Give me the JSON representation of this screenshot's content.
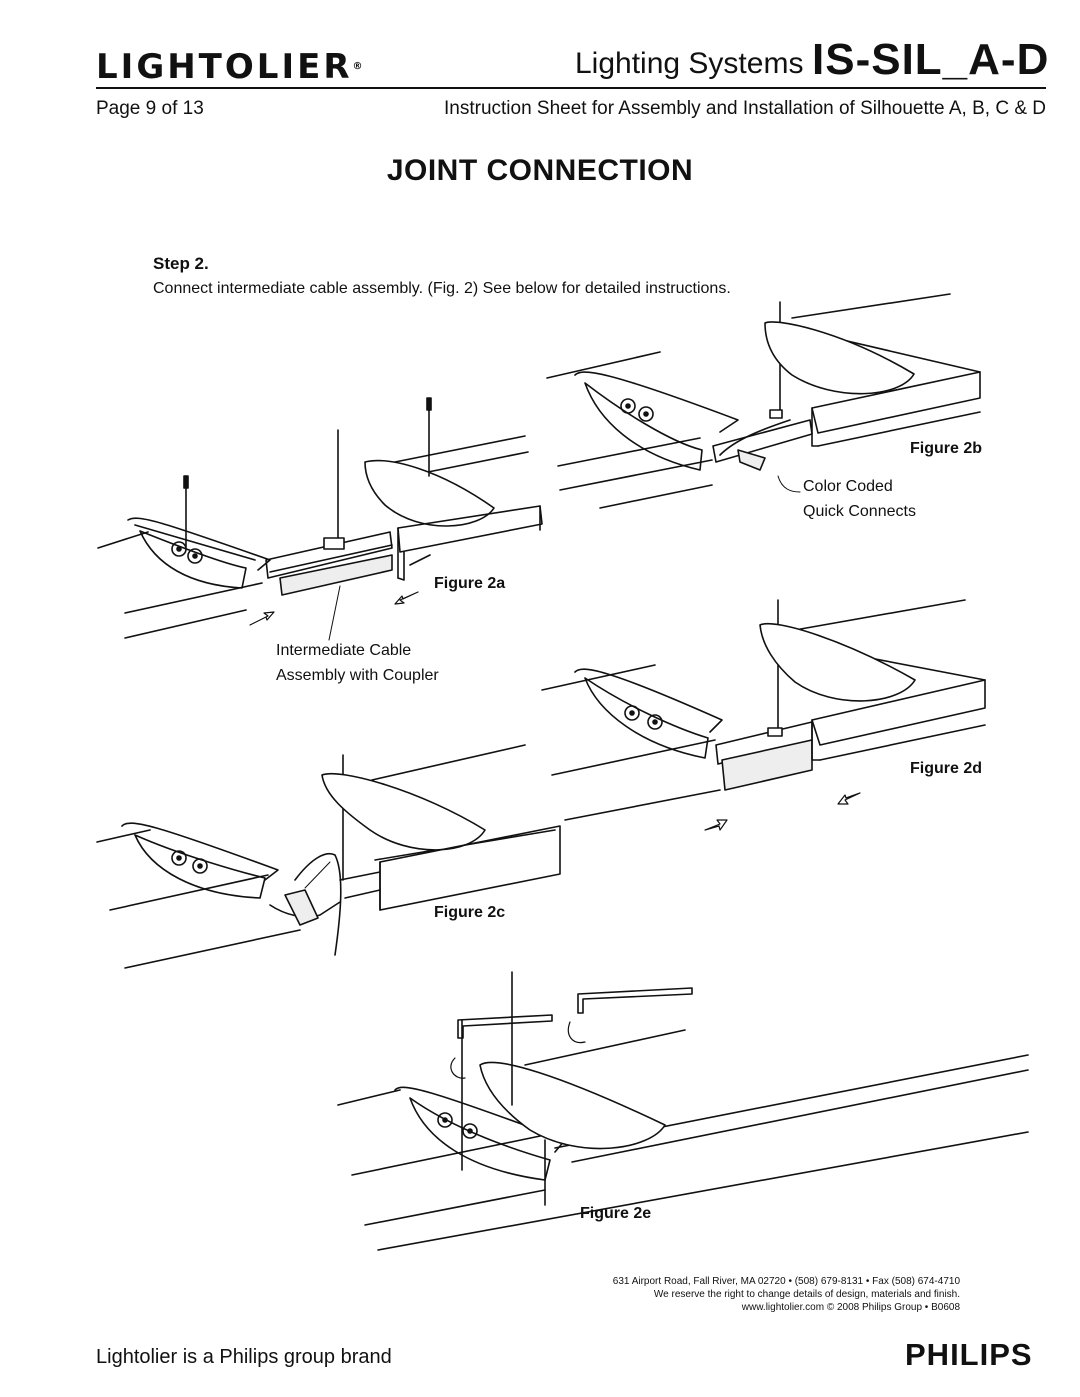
{
  "header": {
    "logo_text": "LIGHTOLIER",
    "logo_mark": "®",
    "system_label": "Lighting Systems",
    "doc_code": "IS-SIL_A-D",
    "page_number": "Page 9 of 13",
    "subtitle": "Instruction Sheet for Assembly and Installation of Silhouette A, B, C & D"
  },
  "section": {
    "title": "JOINT CONNECTION",
    "step_label": "Step 2.",
    "instruction": "Connect intermediate cable assembly. (Fig. 2) See below for detailed instructions."
  },
  "figures": {
    "a": "Figure 2a",
    "b": "Figure 2b",
    "c": "Figure 2c",
    "d": "Figure 2d",
    "e": "Figure 2e",
    "callout_cable_1": "Intermediate Cable",
    "callout_cable_2": "Assembly with Coupler",
    "callout_connect_1": "Color Coded",
    "callout_connect_2": "Quick Connects"
  },
  "footer": {
    "address": "631 Airport Road, Fall River, MA 02720 • (508) 679-8131 • Fax (508) 674-4710",
    "disclaimer": "We reserve the right to change details of design, materials and finish.",
    "website": "www.lightolier.com © 2008 Philips Group • B0608",
    "brand_line": "Lightolier is a Philips group brand",
    "philips_logo": "PHILIPS"
  }
}
